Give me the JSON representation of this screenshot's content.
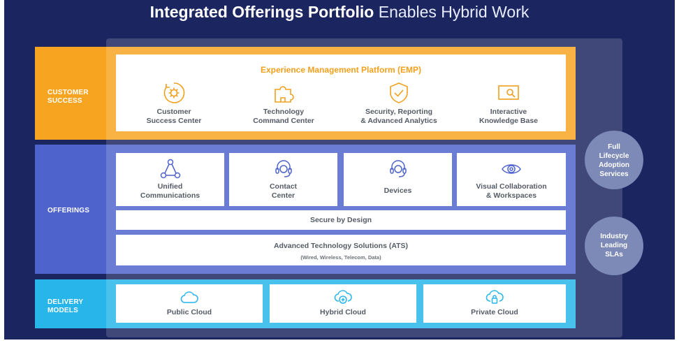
{
  "title": {
    "bold": "Integrated Offerings Portfolio",
    "light": "Enables Hybrid Work"
  },
  "bands": {
    "customer_success": "CUSTOMER\nSUCCESS",
    "offerings": "OFFERINGS",
    "delivery_models": "DELIVERY\nMODELS"
  },
  "emp": {
    "title": "Experience Management Platform (EMP)",
    "items": [
      {
        "label": "Customer\nSuccess Center",
        "icon": "gear-circle-icon"
      },
      {
        "label": "Technology\nCommand Center",
        "icon": "puzzle-icon"
      },
      {
        "label": "Security, Reporting\n& Advanced Analytics",
        "icon": "shield-check-icon"
      },
      {
        "label": "Interactive\nKnowledge Base",
        "icon": "monitor-search-icon"
      }
    ]
  },
  "offerings": {
    "items": [
      {
        "label": "Unified\nCommunications",
        "icon": "network-triangle-icon"
      },
      {
        "label": "Contact\nCenter",
        "icon": "headset-icon"
      },
      {
        "label": "Devices",
        "icon": "headset-icon"
      },
      {
        "label": "Visual Collaboration\n& Workspaces",
        "icon": "eye-icon"
      }
    ],
    "secure": "Secure by Design",
    "ats": {
      "title": "Advanced Technology Solutions (ATS)",
      "subtitle": "(Wired, Wireless, Telecom, Data)"
    }
  },
  "delivery": {
    "items": [
      {
        "label": "Public Cloud",
        "icon": "cloud-icon"
      },
      {
        "label": "Hybrid Cloud",
        "icon": "cloud-plus-icon"
      },
      {
        "label": "Private Cloud",
        "icon": "cloud-lock-icon"
      }
    ]
  },
  "side": {
    "lifecycle": "Full\nLifecycle\nAdoption\nServices",
    "slas": "Industry\nLeading\nSLAs"
  },
  "colors": {
    "background": "#1b2660",
    "customer_success": "#f7a521",
    "offerings": "#4e63cb",
    "delivery": "#27b5ea",
    "emp_title": "#f0a01d"
  }
}
